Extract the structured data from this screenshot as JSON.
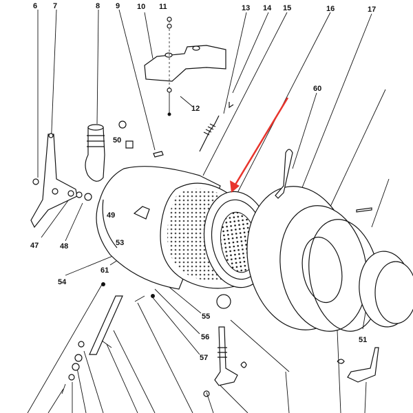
{
  "diagram": {
    "type": "exploded-parts-diagram",
    "highlight_arrow_color": "#e8342c",
    "part_labels": [
      "6",
      "7",
      "8",
      "9",
      "10",
      "11",
      "12",
      "13",
      "14",
      "15",
      "16",
      "17",
      "60",
      "50",
      "49",
      "53",
      "47",
      "48",
      "61",
      "54",
      "55",
      "56",
      "57",
      "51"
    ]
  }
}
